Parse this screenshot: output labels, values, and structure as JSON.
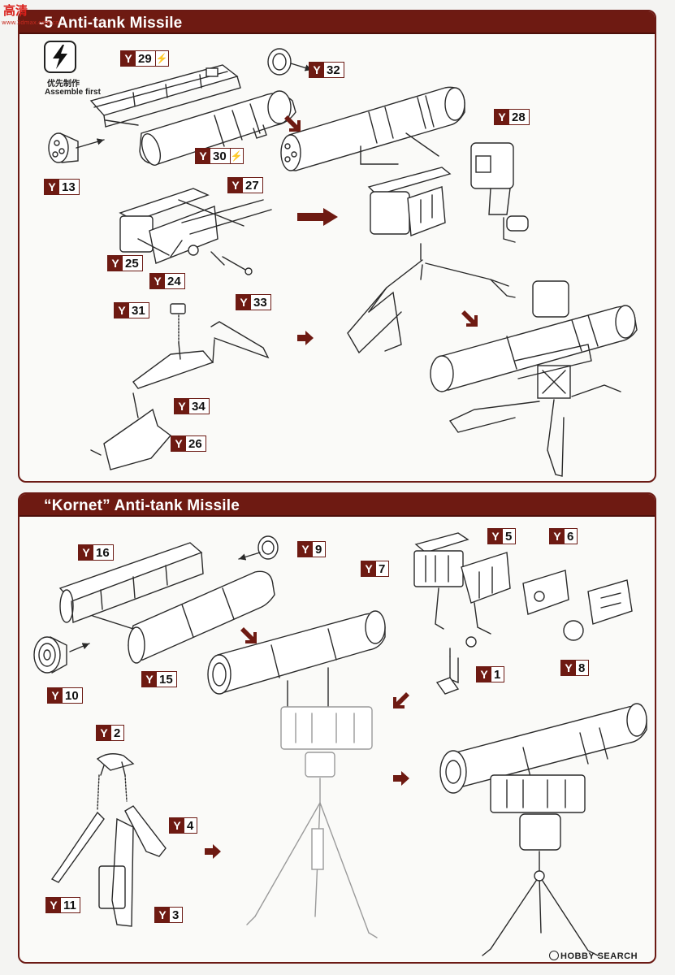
{
  "watermark": {
    "text": "高清",
    "url": "www.3dmax.com.cn"
  },
  "section1": {
    "title": "-5 Anti-tank Missile",
    "priority": {
      "icon": "lightning-bolt-icon",
      "label_cn": "优先制作",
      "label_en": "Assemble first"
    },
    "parts": [
      {
        "letter": "Y",
        "number": "29",
        "priority": true
      },
      {
        "letter": "Y",
        "number": "32",
        "priority": false
      },
      {
        "letter": "Y",
        "number": "13",
        "priority": false
      },
      {
        "letter": "Y",
        "number": "30",
        "priority": true
      },
      {
        "letter": "Y",
        "number": "28",
        "priority": false
      },
      {
        "letter": "Y",
        "number": "27",
        "priority": false
      },
      {
        "letter": "Y",
        "number": "25",
        "priority": false
      },
      {
        "letter": "Y",
        "number": "24",
        "priority": false
      },
      {
        "letter": "Y",
        "number": "31",
        "priority": false
      },
      {
        "letter": "Y",
        "number": "33",
        "priority": false
      },
      {
        "letter": "Y",
        "number": "34",
        "priority": false
      },
      {
        "letter": "Y",
        "number": "26",
        "priority": false
      }
    ]
  },
  "section2": {
    "title": "“Kornet” Anti-tank Missile",
    "parts": [
      {
        "letter": "Y",
        "number": "16",
        "priority": false
      },
      {
        "letter": "Y",
        "number": "9",
        "priority": false
      },
      {
        "letter": "Y",
        "number": "7",
        "priority": false
      },
      {
        "letter": "Y",
        "number": "5",
        "priority": false
      },
      {
        "letter": "Y",
        "number": "6",
        "priority": false
      },
      {
        "letter": "Y",
        "number": "15",
        "priority": false
      },
      {
        "letter": "Y",
        "number": "10",
        "priority": false
      },
      {
        "letter": "Y",
        "number": "1",
        "priority": false
      },
      {
        "letter": "Y",
        "number": "8",
        "priority": false
      },
      {
        "letter": "Y",
        "number": "2",
        "priority": false
      },
      {
        "letter": "Y",
        "number": "4",
        "priority": false
      },
      {
        "letter": "Y",
        "number": "11",
        "priority": false
      },
      {
        "letter": "Y",
        "number": "3",
        "priority": false
      }
    ]
  },
  "footer": {
    "brand": "HOBBY SEARCH"
  },
  "colors": {
    "accent": "#6e1a12",
    "line": "#2a2a2a",
    "background": "#fafaf8"
  }
}
